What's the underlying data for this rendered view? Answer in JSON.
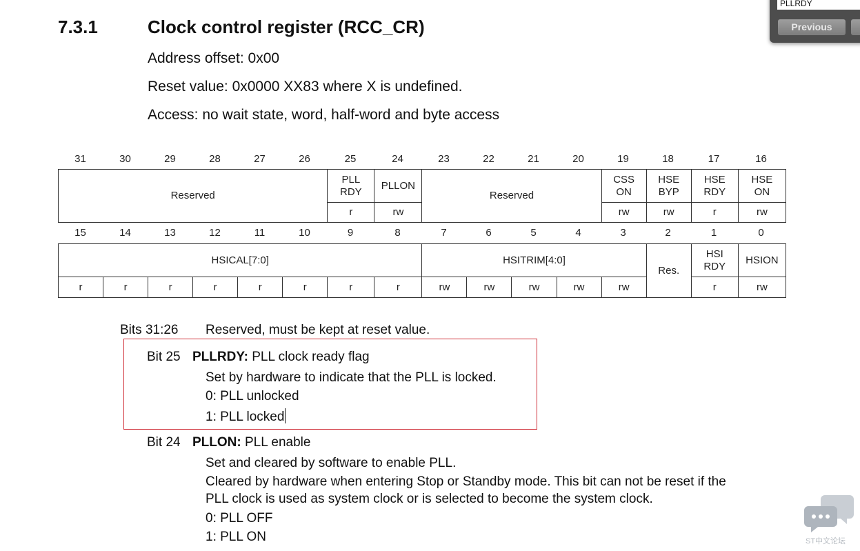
{
  "section": {
    "number": "7.3.1",
    "title": "Clock control register (RCC_CR)",
    "address_offset": "Address offset: 0x00",
    "reset_value": "Reset value: 0x0000 XX83 where X is undefined.",
    "access": "Access: no wait state, word, half-word and byte access"
  },
  "upper_register": {
    "bit_numbers": [
      "31",
      "30",
      "29",
      "28",
      "27",
      "26",
      "25",
      "24",
      "23",
      "22",
      "21",
      "20",
      "19",
      "18",
      "17",
      "16"
    ],
    "fields": {
      "reserved_hi": "Reserved",
      "pllrdy_l1": "PLL",
      "pllrdy_l2": "RDY",
      "pllrdy_access": "r",
      "pllon": "PLLON",
      "pllon_access": "rw",
      "reserved_mid": "Reserved",
      "csson_l1": "CSS",
      "csson_l2": "ON",
      "csson_access": "rw",
      "hsebyp_l1": "HSE",
      "hsebyp_l2": "BYP",
      "hsebyp_access": "rw",
      "hserdy_l1": "HSE",
      "hserdy_l2": "RDY",
      "hserdy_access": "r",
      "hseon_l1": "HSE",
      "hseon_l2": "ON",
      "hseon_access": "rw"
    }
  },
  "lower_register": {
    "bit_numbers": [
      "15",
      "14",
      "13",
      "12",
      "11",
      "10",
      "9",
      "8",
      "7",
      "6",
      "5",
      "4",
      "3",
      "2",
      "1",
      "0"
    ],
    "fields": {
      "hsical": "HSICAL[7:0]",
      "hsitrim": "HSITRIM[4:0]",
      "res": "Res.",
      "hsirdy_l1": "HSI",
      "hsirdy_l2": "RDY",
      "hsirdy_access": "r",
      "hsion": "HSION",
      "hsion_access": "rw"
    },
    "access": [
      "r",
      "r",
      "r",
      "r",
      "r",
      "r",
      "r",
      "r",
      "rw",
      "rw",
      "rw",
      "rw",
      "rw"
    ]
  },
  "descriptions": {
    "bits_31_26_label": "Bits 31:26",
    "bits_31_26_text": "Reserved, must be kept at reset value.",
    "bit25_label": "Bit 25",
    "bit25_name": "PLLRDY:",
    "bit25_title": " PLL clock ready flag",
    "bit25_line1": "Set by hardware to indicate that the PLL is locked.",
    "bit25_line2": "0: PLL unlocked",
    "bit25_line3": "1: PLL locked",
    "bit24_label": "Bit 24",
    "bit24_name": "PLLON:",
    "bit24_title": " PLL enable",
    "bit24_line1": "Set and cleared by software to enable PLL.",
    "bit24_line2": "Cleared by hardware when entering Stop or Standby mode. This bit can not be reset if the",
    "bit24_line3": "PLL clock is used as system clock or is selected to become the system clock.",
    "bit24_line4": "0: PLL OFF",
    "bit24_line5": "1: PLL ON"
  },
  "find_popup": {
    "search_value": "PLLRDY",
    "previous_label": "Previous"
  },
  "watermark": {
    "text": "ST中文论坛",
    "icon": "chat-bubbles-icon"
  },
  "colors": {
    "highlight_border": "#d0303a",
    "popup_bg": "#4d4d4d"
  }
}
